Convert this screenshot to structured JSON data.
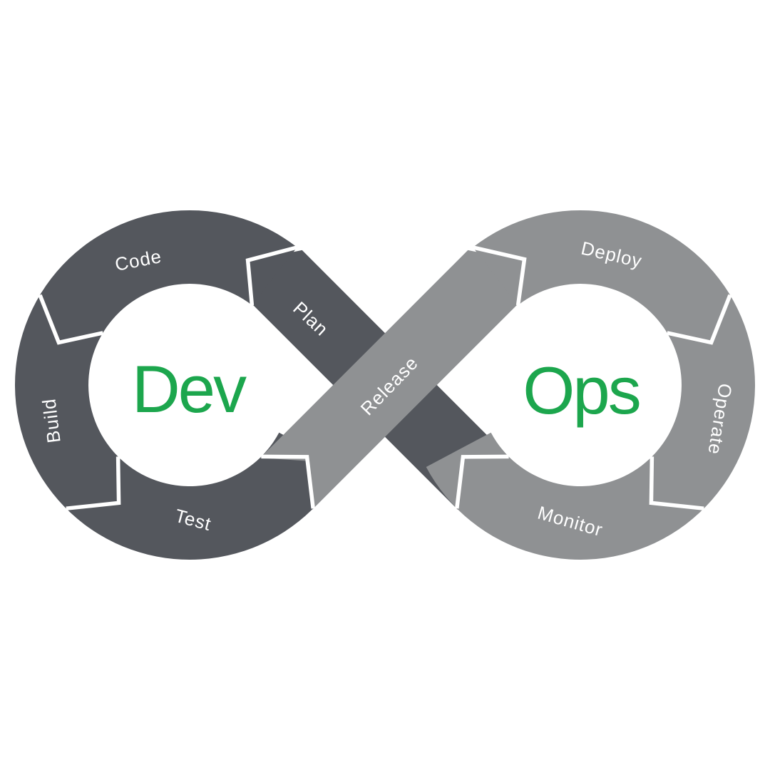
{
  "diagram": {
    "name": "DevOps infinity loop",
    "dev_title": "Dev",
    "ops_title": "Ops",
    "segments": {
      "plan": "Plan",
      "code": "Code",
      "build": "Build",
      "test": "Test",
      "release": "Release",
      "deploy": "Deploy",
      "operate": "Operate",
      "monitor": "Monitor"
    },
    "colors": {
      "dev_loop": "#54575D",
      "ops_loop": "#8F9193",
      "accent_green": "#1CA64D",
      "separator": "#FFFFFF",
      "background": "#FFFFFF"
    }
  }
}
